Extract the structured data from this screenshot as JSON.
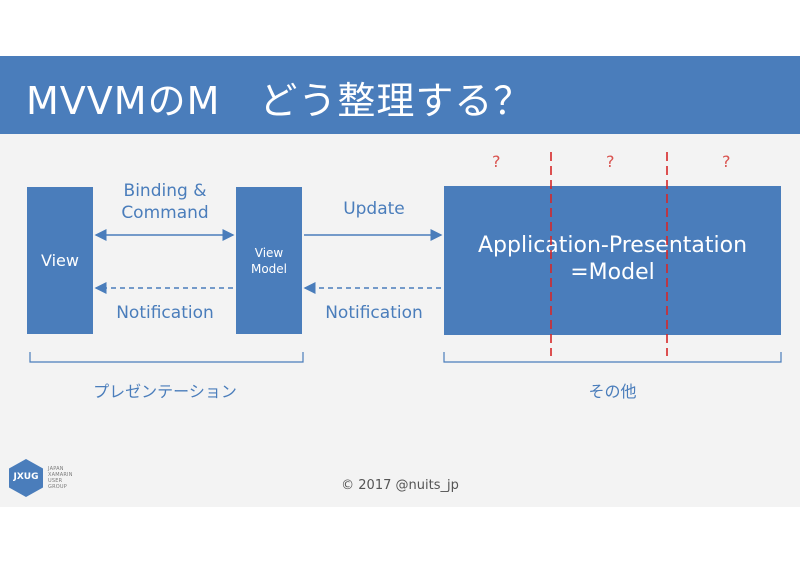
{
  "slide": {
    "title": "MVVMのM　どう整理する？",
    "copyright": "© 2017 @nuits_jp"
  },
  "diagram": {
    "view_box": "View",
    "viewmodel_box": "View\nModel",
    "model_box": "Application-Presentation\n=Model",
    "arrow_binding_label": "Binding &\nCommand",
    "arrow_notification_left": "Notification",
    "arrow_update_label": "Update",
    "arrow_notification_right": "Notification",
    "group_presentation": "プレゼンテーション",
    "group_other": "その他",
    "question_marks": [
      "?",
      "?",
      "?"
    ]
  },
  "logo": {
    "name": "JXUG",
    "tagline": "JAPAN\nXAMARIN\nUSER\nGROUP"
  },
  "colors": {
    "accent": "#4a7dbb",
    "divider": "#d62728",
    "background": "#f3f3f3"
  }
}
